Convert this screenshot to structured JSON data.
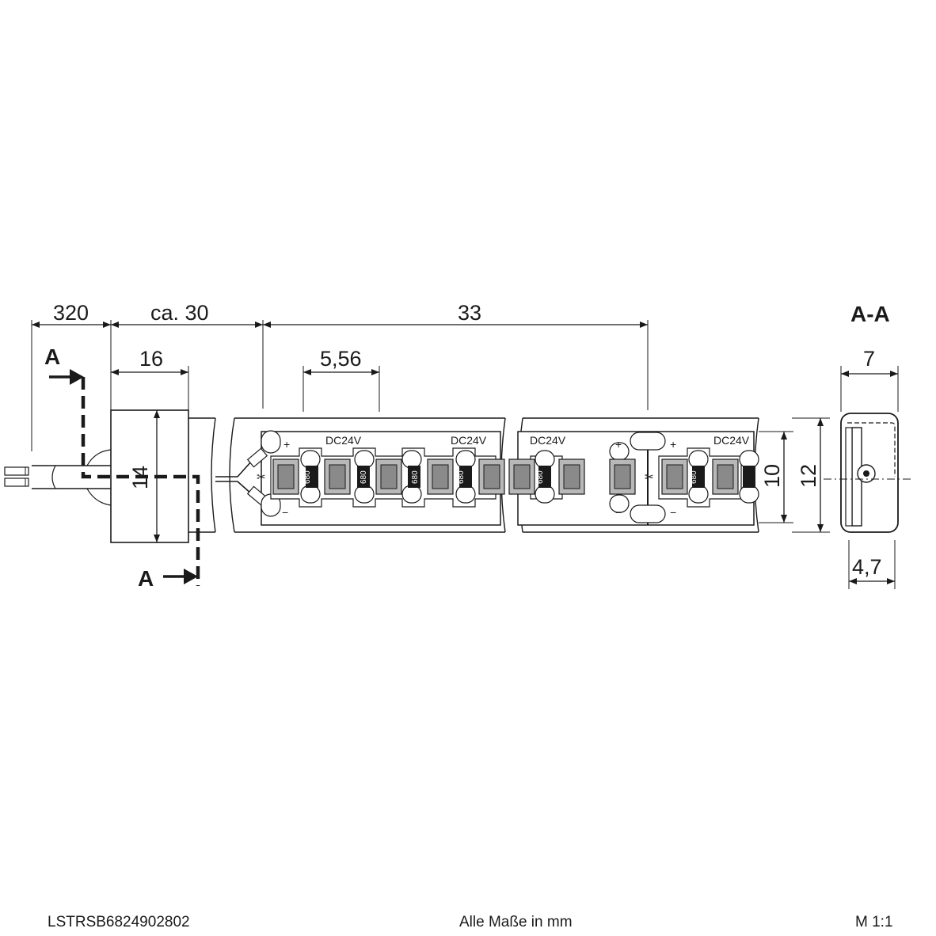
{
  "drawing": {
    "dimensions": {
      "cable": "320",
      "plug_approx": "ca. 30",
      "segment": "33",
      "plug_width": "16",
      "led_pitch": "5,56",
      "plug_height": "14",
      "pcb_width": "10",
      "strip_width": "12",
      "section_width": "7",
      "section_depth": "4,7"
    },
    "labels": {
      "voltage": "DC24V",
      "resistor": "680",
      "section_marker": "A",
      "section_title": "A-A",
      "plus": "+",
      "minus": "−"
    }
  },
  "footer": {
    "article_number": "LSTRSB6824902802",
    "units_note": "Alle Maße in mm",
    "scale": "M 1:1"
  }
}
